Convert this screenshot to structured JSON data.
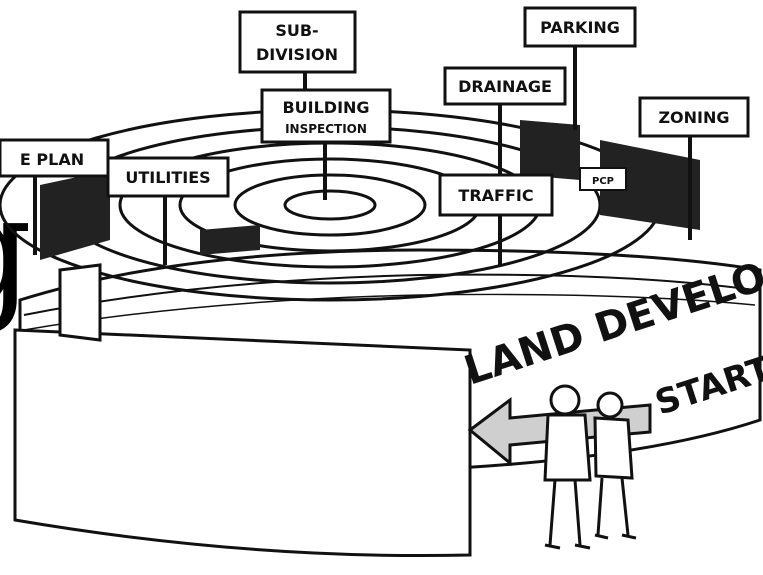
{
  "signs": {
    "subdivision_1": "SUB-",
    "subdivision_2": "DIVISION",
    "parking": "PARKING",
    "drainage": "DRAINAGE",
    "zoning": "ZONING",
    "building_1": "BUILDING",
    "building_2": "INSPECTION",
    "plan": "E PLAN",
    "utilities": "UTILITIES",
    "traffic": "TRAFFIC",
    "small": "PCP"
  },
  "banner": {
    "main": "LAND DEVELOPMENT",
    "start": "START"
  },
  "edge_text": "g"
}
